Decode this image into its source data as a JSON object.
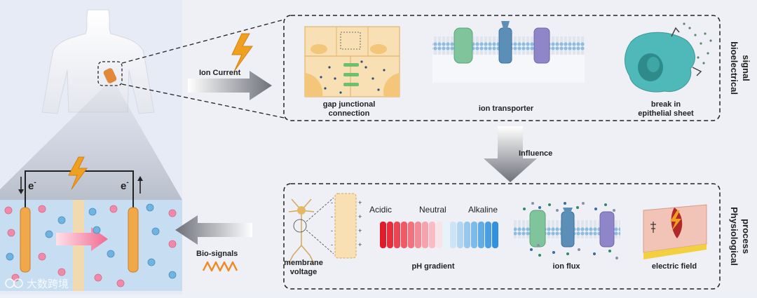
{
  "labels": {
    "ion_current": "Ion Current",
    "influence": "Influence",
    "bio_signals": "Bio-signals",
    "electron": "e",
    "electron_sup": "-"
  },
  "top_panel": {
    "side_title": [
      "bioelectrical",
      "signal"
    ],
    "items": [
      {
        "label": [
          "gap junctional",
          "connection"
        ]
      },
      {
        "label": [
          "ion transporter"
        ]
      },
      {
        "label": [
          "break in",
          "epithelial sheet"
        ]
      }
    ]
  },
  "bottom_panel": {
    "side_title": [
      "Physiological",
      "process"
    ],
    "items": [
      {
        "label": [
          "membrane",
          "voltage"
        ]
      },
      {
        "label": [
          "pH gradient"
        ]
      },
      {
        "label": [
          "ion flux"
        ]
      },
      {
        "label": [
          "electric field"
        ]
      }
    ],
    "ph_scale": {
      "acidic": "Acidic",
      "neutral": "Neutral",
      "alkaline": "Alkaline"
    }
  },
  "watermark": "大数跨境",
  "colors": {
    "lightning": "#f0a020",
    "orange_electrode": "#f0a848",
    "membrane_head": "#8bbde0",
    "channel_green": "#7fc49a",
    "channel_blue": "#5b8fb8",
    "channel_purple": "#8f86c9",
    "cell_teal": "#4fb8b8",
    "pink_ion": "#f08aa8",
    "blue_ion": "#6fb3e0"
  }
}
